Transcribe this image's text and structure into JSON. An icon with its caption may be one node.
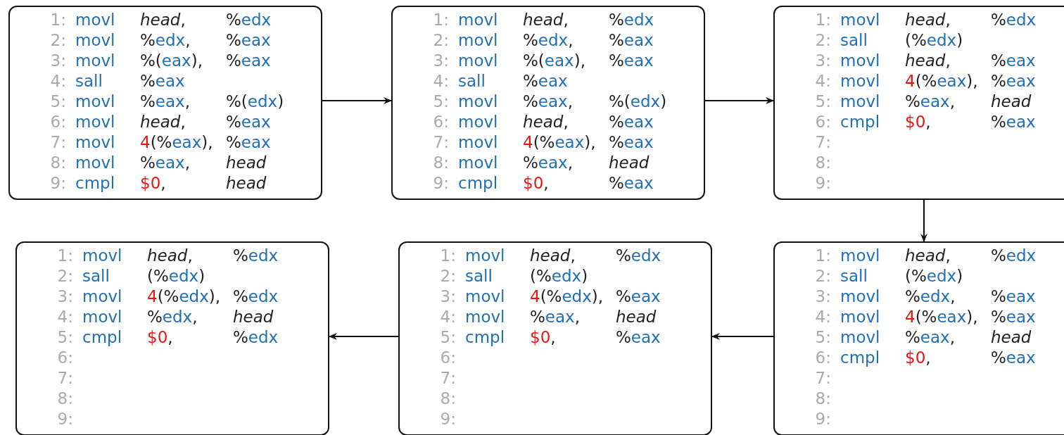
{
  "diagram": {
    "nodes": [
      {
        "text": [
          "1: movl *head*, %edx",
          "2: movl %edx, %eax",
          "3: movl %(eax), %eax",
          "4: sall %eax",
          "5: movl %eax, %(edx)",
          "6: movl *head*, %eax",
          "7: movl 4(%eax), %eax",
          "8: movl %eax, *head*",
          "9: cmpl $0, *head*"
        ]
      },
      {
        "text": [
          "1: movl *head*, %edx",
          "2: movl %edx, %eax",
          "3: movl %(eax), %eax",
          "4: sall %eax",
          "5: movl %eax, %(edx)",
          "6: movl *head*, %eax",
          "7: movl 4(%eax), %eax",
          "8: movl %eax, *head*",
          "9: cmpl $0, %eax"
        ]
      },
      {
        "text": [
          "1: movl *head*, %edx",
          "2: sall (%edx)",
          "3: movl *head*, %eax",
          "4: movl 4(%eax), %eax",
          "5: movl %eax, *head*",
          "6: cmpl $0, %eax",
          "7:",
          "8:",
          "9:"
        ]
      },
      {
        "text": [
          "1: movl *head*, %edx",
          "2: sall (%edx)",
          "3: movl %edx, %eax",
          "4: movl 4(%eax), %eax",
          "5: movl %eax, *head*",
          "6: cmpl $0, %eax",
          "7:",
          "8:",
          "9:"
        ]
      },
      {
        "text": [
          "1: movl *head*, %edx",
          "2: sall (%edx)",
          "3: movl 4(%edx), %eax",
          "4: movl %eax, *head*",
          "5: cmpl $0, %eax",
          "6:",
          "7:",
          "8:",
          "9:"
        ]
      },
      {
        "text": [
          "1: movl *head*, %edx",
          "2: sall (%edx)",
          "3: movl 4(%edx), %edx",
          "4: movl %edx, *head*",
          "5: cmpl $0, %edx",
          "6:",
          "7:",
          "8:",
          "9:"
        ]
      }
    ],
    "edges": [
      {
        "from": 0,
        "to": 1,
        "arrow": "to"
      },
      {
        "from": 1,
        "to": 2,
        "arrow": "to"
      },
      {
        "from": 2,
        "to": 3,
        "arrow": "to"
      },
      {
        "from": 3,
        "to": 4,
        "arrow": "to"
      },
      {
        "from": 4,
        "to": 5,
        "arrow": "to"
      }
    ]
  }
}
